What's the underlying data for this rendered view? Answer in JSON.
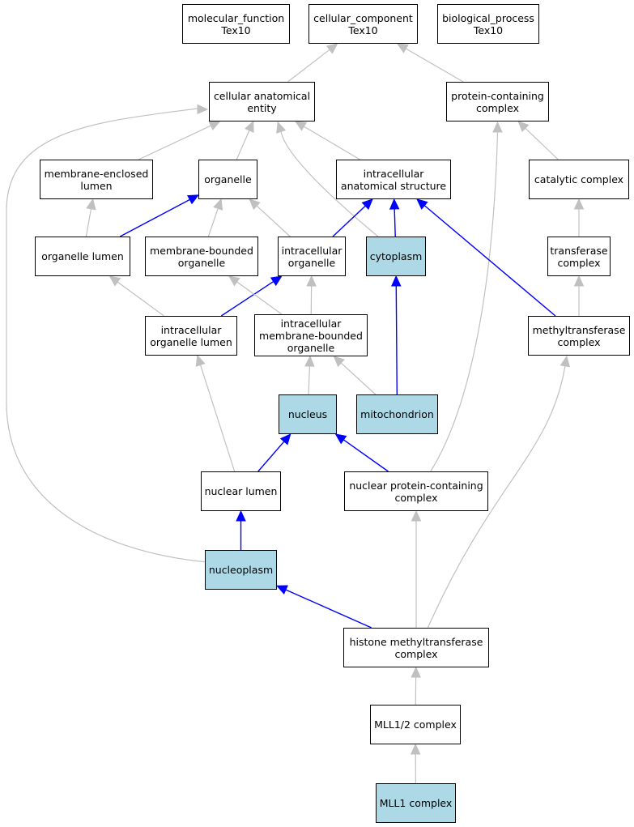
{
  "colors": {
    "highlight_fill": "#add8e6",
    "default_fill": "#ffffff",
    "is_a_edge": "#c0c0c0",
    "highlight_edge": "#0000ff"
  },
  "nodes": {
    "mf": {
      "label": "molecular_function\nTex10",
      "highlighted": false
    },
    "cc": {
      "label": "cellular_component\nTex10",
      "highlighted": false
    },
    "bp": {
      "label": "biological_process\nTex10",
      "highlighted": false
    },
    "cae": {
      "label": "cellular anatomical\nentity",
      "highlighted": false
    },
    "pcc": {
      "label": "protein-containing\ncomplex",
      "highlighted": false
    },
    "mel": {
      "label": "membrane-enclosed\nlumen",
      "highlighted": false
    },
    "org": {
      "label": "organelle",
      "highlighted": false
    },
    "ias": {
      "label": "intracellular\nanatomical structure",
      "highlighted": false
    },
    "cat": {
      "label": "catalytic complex",
      "highlighted": false
    },
    "ol": {
      "label": "organelle lumen",
      "highlighted": false
    },
    "mbo": {
      "label": "membrane-bounded\norganelle",
      "highlighted": false
    },
    "io": {
      "label": "intracellular\norganelle",
      "highlighted": false
    },
    "cyt": {
      "label": "cytoplasm",
      "highlighted": true
    },
    "tc": {
      "label": "transferase\ncomplex",
      "highlighted": false
    },
    "iol": {
      "label": "intracellular\norganelle lumen",
      "highlighted": false
    },
    "imbo": {
      "label": "intracellular\nmembrane-bounded\norganelle",
      "highlighted": false
    },
    "mtc": {
      "label": "methyltransferase\ncomplex",
      "highlighted": false
    },
    "nuc": {
      "label": "nucleus",
      "highlighted": true
    },
    "mito": {
      "label": "mitochondrion",
      "highlighted": true
    },
    "nl": {
      "label": "nuclear lumen",
      "highlighted": false
    },
    "npc": {
      "label": "nuclear protein-containing\ncomplex",
      "highlighted": false
    },
    "np": {
      "label": "nucleoplasm",
      "highlighted": true
    },
    "hmtc": {
      "label": "histone methyltransferase\ncomplex",
      "highlighted": false
    },
    "mll12": {
      "label": "MLL1/2 complex",
      "highlighted": false
    },
    "mll1": {
      "label": "MLL1 complex",
      "highlighted": true
    }
  },
  "edges": [
    {
      "from": "cae",
      "to": "cc",
      "type": "grey"
    },
    {
      "from": "pcc",
      "to": "cc",
      "type": "grey"
    },
    {
      "from": "mel",
      "to": "cae",
      "type": "grey"
    },
    {
      "from": "org",
      "to": "cae",
      "type": "grey"
    },
    {
      "from": "ias",
      "to": "cae",
      "type": "grey"
    },
    {
      "from": "cyt",
      "to": "cae",
      "type": "grey"
    },
    {
      "from": "np",
      "to": "cae",
      "type": "grey"
    },
    {
      "from": "cat",
      "to": "pcc",
      "type": "grey"
    },
    {
      "from": "npc",
      "to": "pcc",
      "type": "grey"
    },
    {
      "from": "ol",
      "to": "mel",
      "type": "grey"
    },
    {
      "from": "ol",
      "to": "org",
      "type": "blue"
    },
    {
      "from": "mbo",
      "to": "org",
      "type": "grey"
    },
    {
      "from": "io",
      "to": "org",
      "type": "grey"
    },
    {
      "from": "io",
      "to": "ias",
      "type": "blue"
    },
    {
      "from": "cyt",
      "to": "ias",
      "type": "blue"
    },
    {
      "from": "mtc",
      "to": "ias",
      "type": "blue"
    },
    {
      "from": "tc",
      "to": "cat",
      "type": "grey"
    },
    {
      "from": "iol",
      "to": "ol",
      "type": "grey"
    },
    {
      "from": "iol",
      "to": "io",
      "type": "blue"
    },
    {
      "from": "imbo",
      "to": "mbo",
      "type": "grey"
    },
    {
      "from": "imbo",
      "to": "io",
      "type": "grey"
    },
    {
      "from": "mito",
      "to": "cyt",
      "type": "blue"
    },
    {
      "from": "mtc",
      "to": "tc",
      "type": "grey"
    },
    {
      "from": "nl",
      "to": "iol",
      "type": "grey"
    },
    {
      "from": "nuc",
      "to": "imbo",
      "type": "grey"
    },
    {
      "from": "mito",
      "to": "imbo",
      "type": "grey"
    },
    {
      "from": "hmtc",
      "to": "mtc",
      "type": "grey"
    },
    {
      "from": "nl",
      "to": "nuc",
      "type": "blue"
    },
    {
      "from": "npc",
      "to": "nuc",
      "type": "blue"
    },
    {
      "from": "np",
      "to": "nl",
      "type": "blue"
    },
    {
      "from": "hmtc",
      "to": "np",
      "type": "blue"
    },
    {
      "from": "hmtc",
      "to": "npc",
      "type": "grey"
    },
    {
      "from": "mll12",
      "to": "hmtc",
      "type": "grey"
    },
    {
      "from": "mll1",
      "to": "mll12",
      "type": "grey"
    }
  ]
}
